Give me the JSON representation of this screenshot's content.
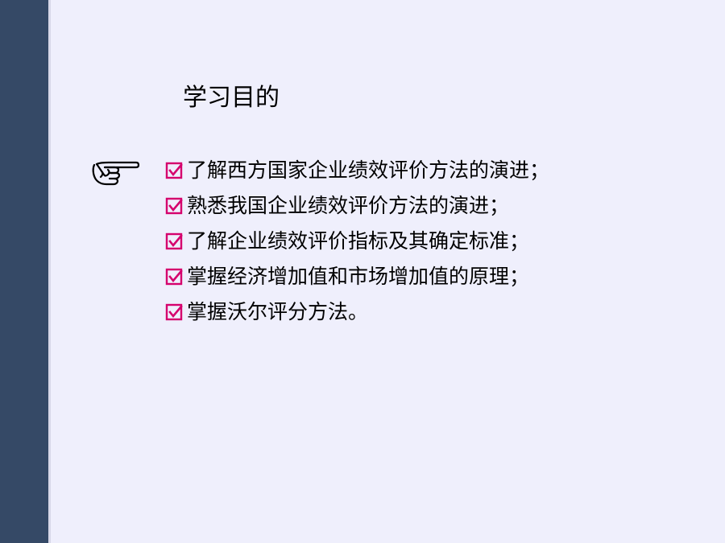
{
  "slide": {
    "title": "学习目的",
    "objectives": [
      "了解西方国家企业绩效评价方法的演进；",
      "熟悉我国企业绩效评价方法的演进；",
      "了解企业绩效评价指标及其确定标准；",
      "掌握经济增加值和市场增加值的原理；",
      "掌握沃尔评分方法。"
    ]
  },
  "icons": {
    "pointer": "pointing-hand-icon",
    "bullet": "checkbox-checked-icon"
  },
  "colors": {
    "sidebar": "#354966",
    "background": "#efeffc",
    "checkbox": "#d5006d",
    "text": "#000000"
  }
}
